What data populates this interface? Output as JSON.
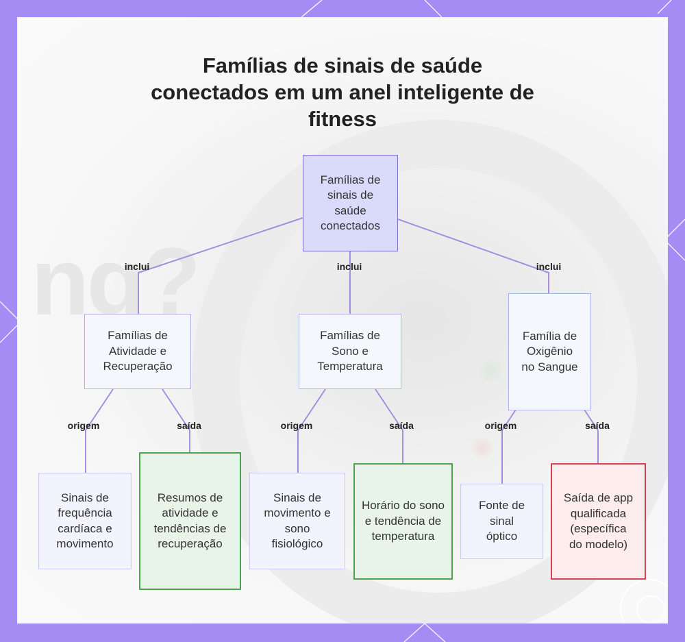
{
  "title_lines": [
    "Famílias de sinais de saúde",
    "conectados em um anel inteligente de",
    "fitness"
  ],
  "nodes": {
    "root": "Famílias de sinais de saúde conectados",
    "activity": "Famílias de Atividade e Recuperação",
    "sleep": "Famílias de Sono e Temperatura",
    "oxygen": "Família de Oxigênio no Sangue",
    "hr_motion": "Sinais de frequência cardíaca e movimento",
    "activity_summaries": "Resumos de atividade e tendências de recuperação",
    "movement_sleep": "Sinais de movimento e sono fisiológico",
    "sleep_time": "Horário do sono e tendência de temperatura",
    "optical": "Fonte de sinal óptico",
    "qualified_app": "Saída de app qualificada (específica do modelo)"
  },
  "edge_labels": {
    "includes": "inclui",
    "origin": "origem",
    "output": "saída"
  },
  "colors": {
    "frame": "#a58cf5",
    "root_fill": "#dadbfb",
    "output_border": "#49a44c",
    "warning_border": "#cf4458",
    "edge": "#a48ee0"
  }
}
